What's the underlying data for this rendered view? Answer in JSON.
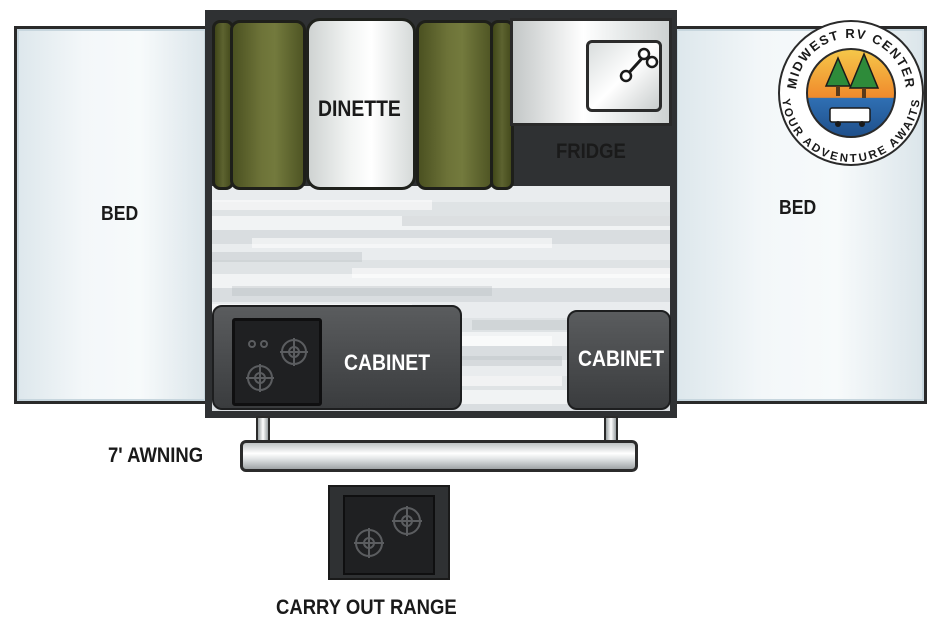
{
  "labels": {
    "dinette": "DINETTE",
    "fridge": "FRIDGE",
    "bed_left": "BED",
    "bed_right": "BED",
    "cabinet_left": "CABINET",
    "cabinet_right": "CABINET",
    "awning": "7' AWNING",
    "carry_out_range": "CARRY OUT RANGE"
  },
  "logo": {
    "top_text": "MIDWEST RV CENTER",
    "bottom_text": "YOUR ADVENTURE AWAITS"
  },
  "colors": {
    "seat_olive": "#6d7338",
    "cabinet_gray": "#4a4c4e",
    "bed_blue": "#e8f0f4",
    "logo_sun": "#f2b630",
    "logo_water": "#2f6fb3",
    "logo_tree": "#2e8b3a"
  }
}
